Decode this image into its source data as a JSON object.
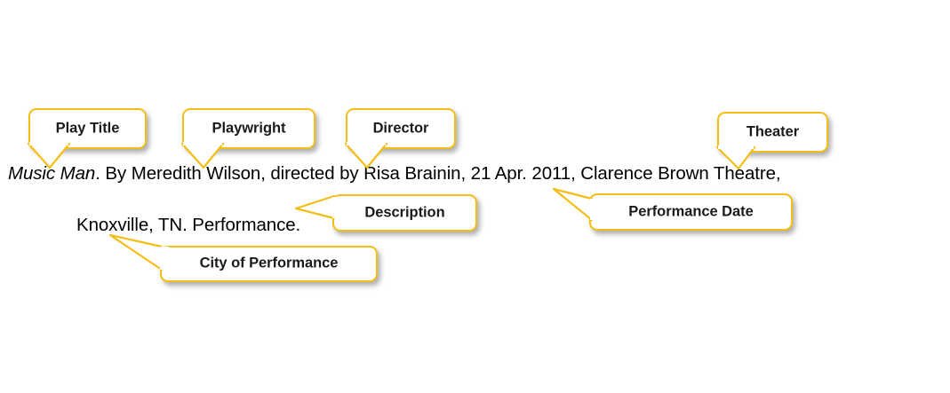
{
  "document": {
    "type": "annotated-citation-example",
    "background_color": "#ffffff",
    "callout_border_color": "#F5BE16",
    "callout_fill_color": "#ffffff",
    "text_color": "#000000"
  },
  "citation": {
    "line_1": {
      "play_title": "Music Man",
      "rest": ". By Meredith Wilson, directed by Risa Brainin, 21 Apr. 2011, Clarence Brown Theatre,"
    },
    "line_2": {
      "text": "Knoxville, TN. Performance."
    },
    "full_text": "Music Man. By Meredith Wilson, directed by Risa Brainin, 21 Apr. 2011, Clarence Brown Theatre, Knoxville, TN. Performance."
  },
  "callouts": [
    {
      "id": "play-title",
      "label": "Play Title",
      "points_to": "Music Man",
      "tail_direction": "down"
    },
    {
      "id": "playwright",
      "label": "Playwright",
      "points_to": "Meredith Wilson",
      "tail_direction": "down"
    },
    {
      "id": "director",
      "label": "Director",
      "points_to": "Risa Brainin",
      "tail_direction": "down"
    },
    {
      "id": "theater",
      "label": "Theater",
      "points_to": "Clarence Brown Theatre",
      "tail_direction": "down"
    },
    {
      "id": "description",
      "label": "Description",
      "points_to": "Performance.",
      "tail_direction": "up-left"
    },
    {
      "id": "perf-date",
      "label": "Performance Date",
      "points_to": "21 Apr. 2011",
      "tail_direction": "up-left"
    },
    {
      "id": "city",
      "label": "City of Performance",
      "points_to": "Knoxville, TN.",
      "tail_direction": "up-left"
    }
  ]
}
